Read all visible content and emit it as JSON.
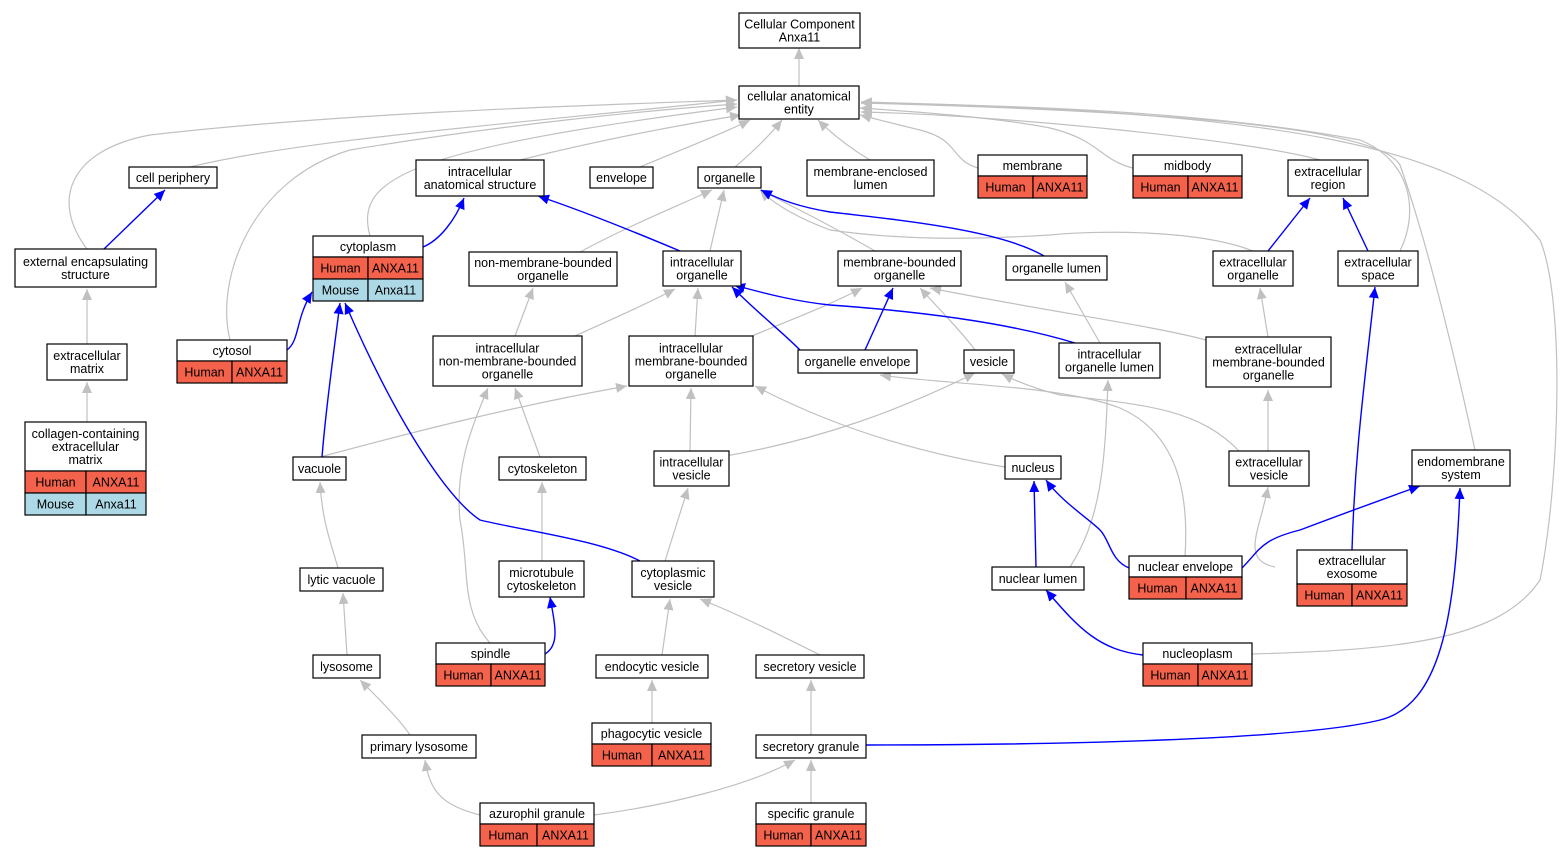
{
  "colors": {
    "edge_default": "#c0c0c0",
    "edge_highlight": "#0000ff",
    "human": "#f4624b",
    "mouse": "#add8e6",
    "node_border": "#000000"
  },
  "nodes": {
    "root": [
      "Cellular Component",
      "Anxa11"
    ],
    "cae": [
      "cellular anatomical",
      "entity"
    ],
    "cellperiph": [
      "cell periphery"
    ],
    "ias": [
      "intracellular",
      "anatomical structure"
    ],
    "envelope": [
      "envelope"
    ],
    "organelle": [
      "organelle"
    ],
    "melumen": [
      "membrane-enclosed",
      "lumen"
    ],
    "membrane": [
      "membrane"
    ],
    "midbody": [
      "midbody"
    ],
    "exregion": [
      "extracellular",
      "region"
    ],
    "ees": [
      "external encapsulating",
      "structure"
    ],
    "cytoplasm": [
      "cytoplasm"
    ],
    "nmbo": [
      "non-membrane-bounded",
      "organelle"
    ],
    "icorg": [
      "intracellular",
      "organelle"
    ],
    "mbo": [
      "membrane-bounded",
      "organelle"
    ],
    "orglumen": [
      "organelle lumen"
    ],
    "exorg": [
      "extracellular",
      "organelle"
    ],
    "exspace": [
      "extracellular",
      "space"
    ],
    "exmatrix": [
      "extracellular",
      "matrix"
    ],
    "cytosol": [
      "cytosol"
    ],
    "icnmbo": [
      "intracellular",
      "non-membrane-bounded",
      "organelle"
    ],
    "icmbo": [
      "intracellular",
      "membrane-bounded",
      "organelle"
    ],
    "orgenv": [
      "organelle envelope"
    ],
    "vesicle": [
      "vesicle"
    ],
    "icorglumen": [
      "intracellular",
      "organelle lumen"
    ],
    "exmbo": [
      "extracellular",
      "membrane-bounded",
      "organelle"
    ],
    "collagen": [
      "collagen-containing",
      "extracellular",
      "matrix"
    ],
    "vacuole": [
      "vacuole"
    ],
    "cytoskeleton": [
      "cytoskeleton"
    ],
    "icvesicle": [
      "intracellular",
      "vesicle"
    ],
    "nucleus": [
      "nucleus"
    ],
    "exvesicle": [
      "extracellular",
      "vesicle"
    ],
    "endomem": [
      "endomembrane",
      "system"
    ],
    "lyticvac": [
      "lytic vacuole"
    ],
    "mtcyto": [
      "microtubule",
      "cytoskeleton"
    ],
    "cytovesicle": [
      "cytoplasmic",
      "vesicle"
    ],
    "nuclumen": [
      "nuclear lumen"
    ],
    "nucenv": [
      "nuclear envelope"
    ],
    "exexosome": [
      "extracellular",
      "exosome"
    ],
    "lysosome": [
      "lysosome"
    ],
    "spindle": [
      "spindle"
    ],
    "endovesicle": [
      "endocytic vesicle"
    ],
    "secvesicle": [
      "secretory vesicle"
    ],
    "nucleoplasm": [
      "nucleoplasm"
    ],
    "primlyso": [
      "primary lysosome"
    ],
    "phagovesicle": [
      "phagocytic vesicle"
    ],
    "secgranule": [
      "secretory granule"
    ],
    "azurophil": [
      "azurophil granule"
    ],
    "specific": [
      "specific granule"
    ]
  },
  "annotations": {
    "human_label": "Human",
    "mouse_label": "Mouse",
    "human_gene": "ANXA11",
    "mouse_gene": "Anxa11"
  }
}
